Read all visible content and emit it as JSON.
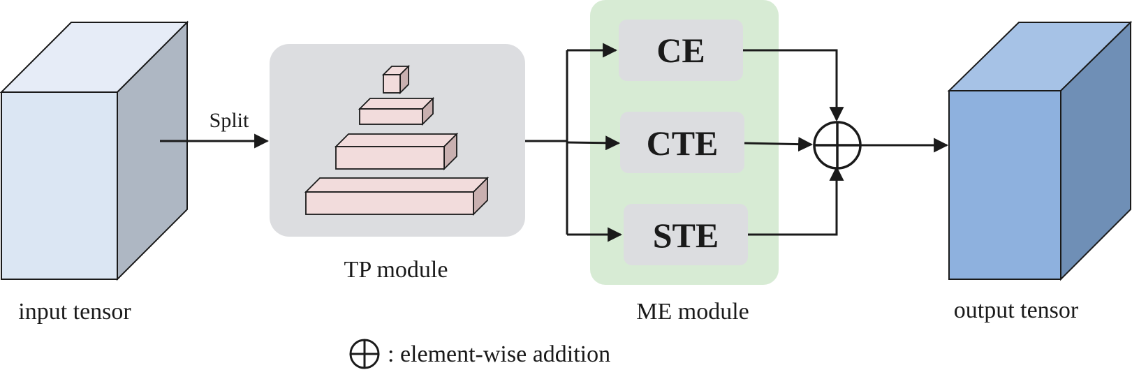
{
  "labels": {
    "input": "input tensor",
    "split": "Split",
    "tp_module": "TP module",
    "me_module": "ME module",
    "output": "output tensor",
    "legend": ": element-wise addition"
  },
  "blocks": {
    "ce": "CE",
    "cte": "CTE",
    "ste": "STE"
  },
  "colors": {
    "input_front": "#dbe6f3",
    "input_top": "#e6ecf7",
    "input_side": "#aeb7c3",
    "tp_bg": "#dcdde0",
    "pyramid_front": "#f2dcdc",
    "pyramid_side": "#c9b0b0",
    "me_bg": "#d7ebd4",
    "block_bg": "#dcdde0",
    "output_front": "#8eb1de",
    "output_top": "#a6c2e6",
    "output_side": "#6f8fb6",
    "stroke": "#1a1a1a"
  },
  "icons": {
    "adder": "circled-plus-icon",
    "legend_symbol": "circled-plus-icon"
  }
}
